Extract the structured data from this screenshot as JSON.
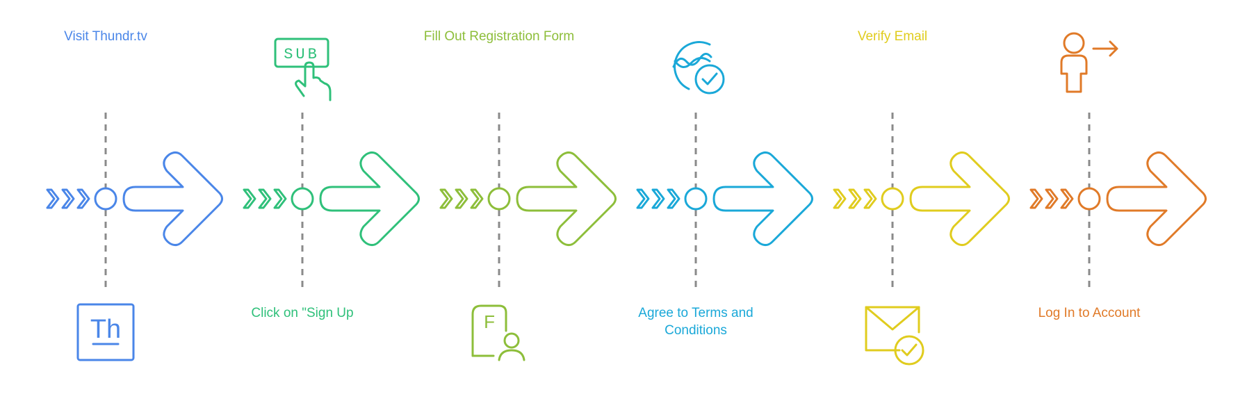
{
  "steps": [
    {
      "label": "Visit Thundr.tv",
      "label_pos": "top",
      "icon": "thundr-logo-icon",
      "icon_text": "Th",
      "icon_pos": "bottom",
      "color": "#4A86E8"
    },
    {
      "label": "Click on \"Sign Up",
      "label_pos": "bottom",
      "icon": "subscribe-button-click-icon",
      "icon_text": "SUB",
      "icon_pos": "top",
      "color": "#2FC07A"
    },
    {
      "label": "Fill Out Registration Form",
      "label_pos": "top",
      "icon": "registration-form-icon",
      "icon_text": "F",
      "icon_pos": "bottom",
      "color": "#8DBE3A"
    },
    {
      "label": "Agree to Terms and Conditions",
      "label_pos": "bottom",
      "icon": "terms-signature-check-icon",
      "icon_text": "",
      "icon_pos": "top",
      "color": "#1AA8D8"
    },
    {
      "label": "Verify Email",
      "label_pos": "top",
      "icon": "email-check-icon",
      "icon_text": "",
      "icon_pos": "bottom",
      "color": "#E0CC1E"
    },
    {
      "label": "Log In to Account",
      "label_pos": "bottom",
      "icon": "user-login-arrow-icon",
      "icon_text": "",
      "icon_pos": "top",
      "color": "#E07A28"
    }
  ]
}
